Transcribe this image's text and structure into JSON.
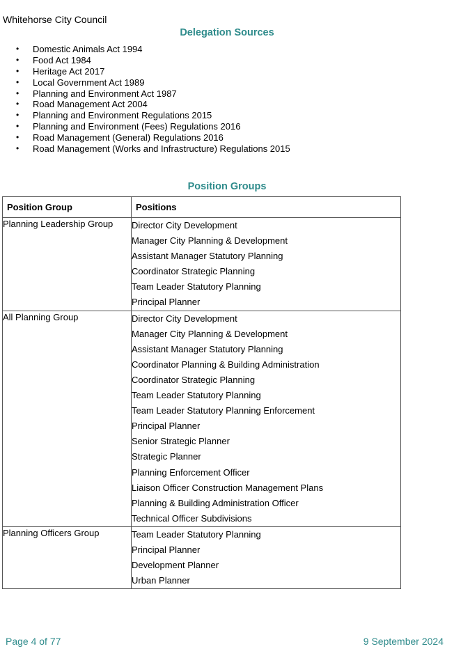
{
  "header": {
    "organization": "Whitehorse City Council"
  },
  "colors": {
    "accent": "#2e8b8b",
    "table_border": "#555555"
  },
  "delegation_sources": {
    "title": "Delegation Sources",
    "items": [
      "Domestic Animals Act 1994",
      "Food Act 1984",
      "Heritage Act 2017",
      "Local Government Act 1989",
      "Planning and Environment Act 1987",
      "Road Management Act 2004",
      "Planning and Environment Regulations 2015",
      "Planning and Environment (Fees) Regulations 2016",
      "Road Management (General) Regulations 2016",
      "Road Management (Works and Infrastructure) Regulations 2015"
    ]
  },
  "position_groups": {
    "title": "Position Groups",
    "columns": [
      "Position Group",
      "Positions"
    ],
    "rows": [
      {
        "group": "Planning Leadership Group",
        "positions": [
          "Director City Development",
          "Manager City Planning & Development",
          "Assistant Manager Statutory Planning",
          "Coordinator Strategic Planning",
          "Team Leader Statutory Planning",
          "Principal Planner"
        ]
      },
      {
        "group": "All Planning Group",
        "positions": [
          "Director City Development",
          "Manager City Planning & Development",
          "Assistant Manager Statutory Planning",
          "Coordinator Planning & Building Administration",
          "Coordinator Strategic Planning",
          "Team Leader Statutory Planning",
          "Team Leader Statutory Planning Enforcement",
          "Principal Planner",
          "Senior Strategic Planner",
          "Strategic Planner",
          "Planning Enforcement Officer",
          "Liaison Officer Construction Management Plans",
          "Planning & Building Administration Officer",
          "Technical Officer Subdivisions"
        ]
      },
      {
        "group": "Planning Officers Group",
        "positions": [
          "Team Leader Statutory Planning",
          "Principal Planner",
          "Development Planner",
          "Urban Planner"
        ]
      }
    ]
  },
  "footer": {
    "page": "Page 4 of 77",
    "date": "9 September 2024"
  }
}
